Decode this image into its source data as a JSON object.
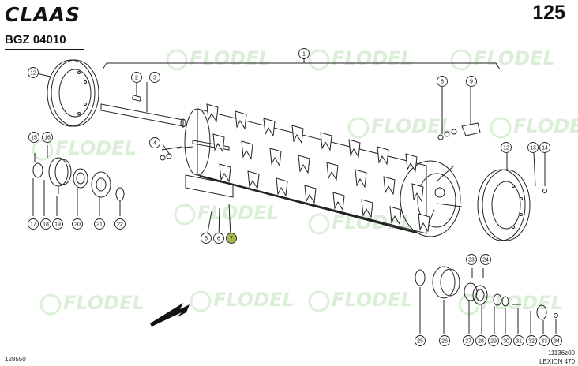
{
  "header": {
    "brand": "CLAAS",
    "page_number": "125",
    "group_code": "BGZ 04010"
  },
  "footer": {
    "left_code": "128550",
    "drawing_ref": "11136z00",
    "model": "LEXION 470"
  },
  "watermark": {
    "text": "FLODEL"
  },
  "colors": {
    "highlight": "#a9b84a",
    "line": "#222222",
    "watermark": "#bfe1b8"
  },
  "callouts": [
    {
      "label": "1"
    },
    {
      "label": "2"
    },
    {
      "label": "3"
    },
    {
      "label": "4"
    },
    {
      "label": "5"
    },
    {
      "label": "6"
    },
    {
      "label": "7"
    },
    {
      "label": "8"
    },
    {
      "label": "9"
    },
    {
      "label": "12"
    },
    {
      "label": "12"
    },
    {
      "label": "13"
    },
    {
      "label": "14"
    },
    {
      "label": "15"
    },
    {
      "label": "16"
    },
    {
      "label": "17"
    },
    {
      "label": "18"
    },
    {
      "label": "19"
    },
    {
      "label": "20"
    },
    {
      "label": "21"
    },
    {
      "label": "22"
    },
    {
      "label": "23"
    },
    {
      "label": "24"
    },
    {
      "label": "25"
    },
    {
      "label": "26"
    },
    {
      "label": "27"
    },
    {
      "label": "28"
    },
    {
      "label": "29"
    },
    {
      "label": "30"
    },
    {
      "label": "31"
    },
    {
      "label": "32"
    },
    {
      "label": "33"
    },
    {
      "label": "34"
    }
  ],
  "highlighted_callout": "7"
}
